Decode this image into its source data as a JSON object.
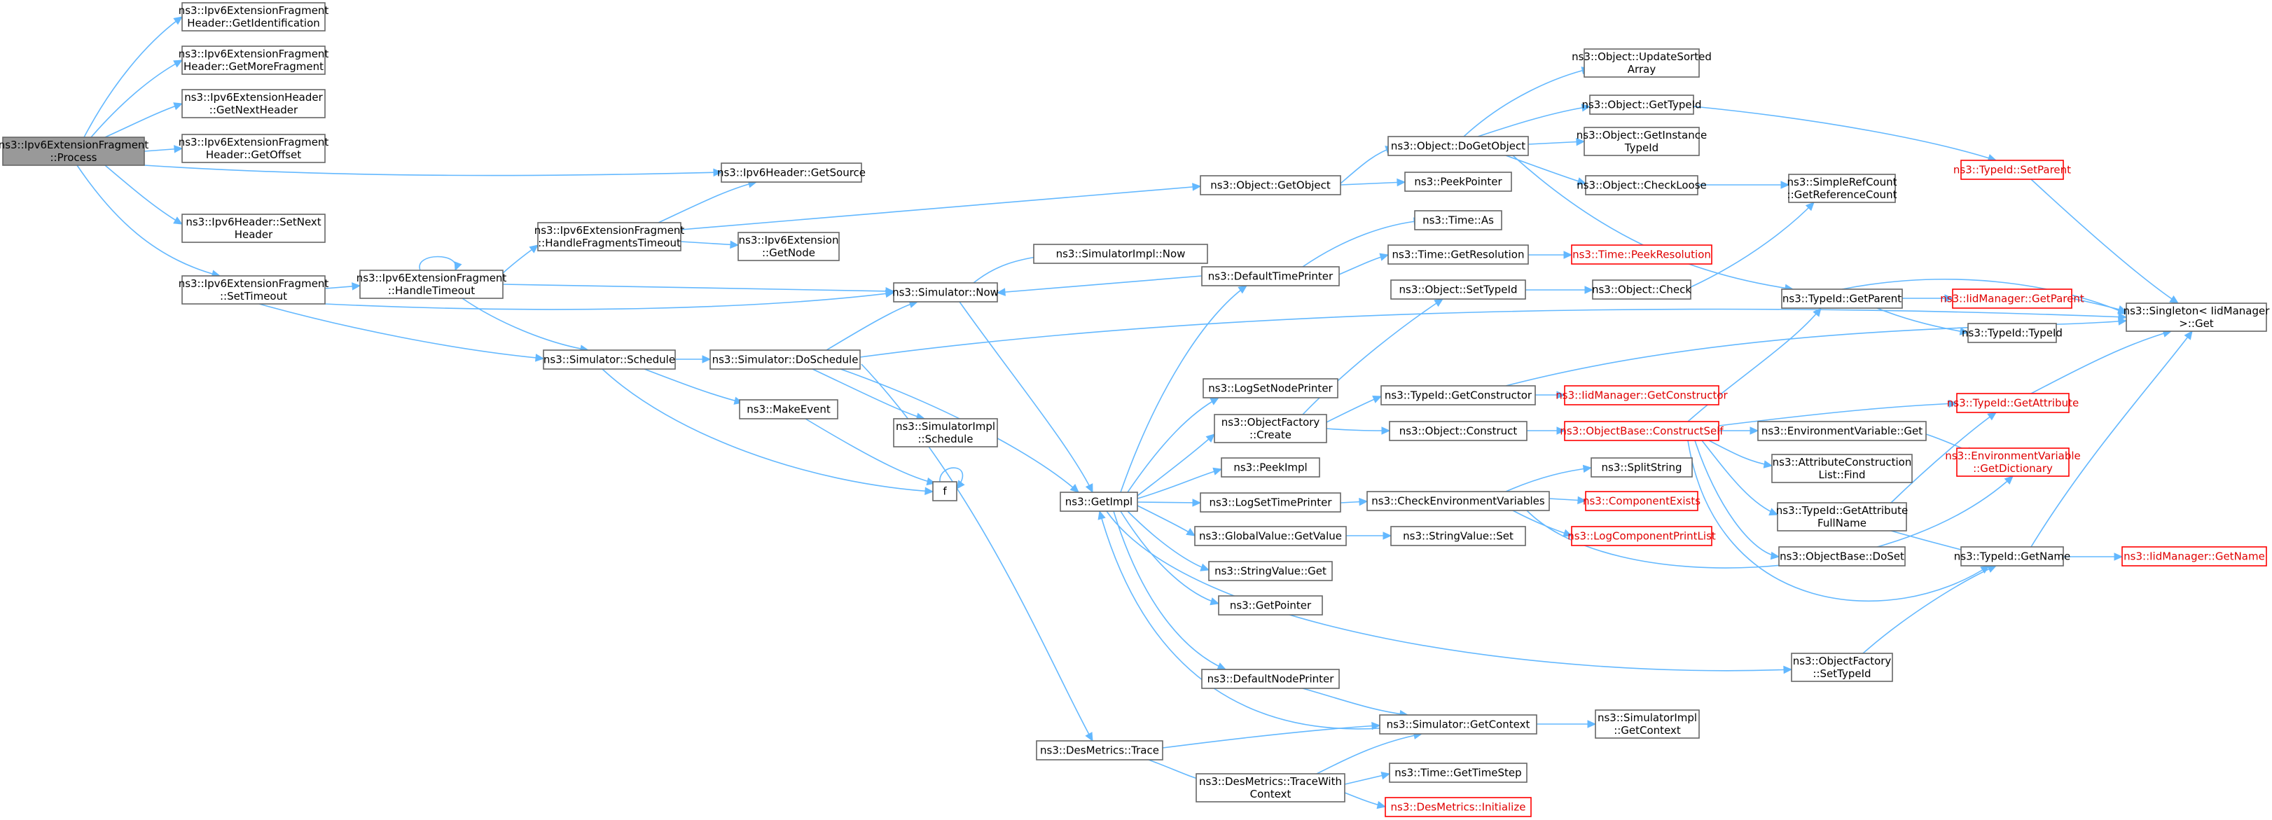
{
  "graph": {
    "colors": {
      "node_border": "#666666",
      "node_red_border": "#ff0000",
      "root_fill": "#999999",
      "edge": "#63b8ff"
    },
    "nodes": [
      {
        "id": "process",
        "lines": [
          "ns3::Ipv6ExtensionFragment",
          "::Process"
        ],
        "root": true
      },
      {
        "id": "getIdentification",
        "lines": [
          "ns3::Ipv6ExtensionFragment",
          "Header::GetIdentification"
        ]
      },
      {
        "id": "getMoreFragment",
        "lines": [
          "ns3::Ipv6ExtensionFragment",
          "Header::GetMoreFragment"
        ]
      },
      {
        "id": "getNextHeader",
        "lines": [
          "ns3::Ipv6ExtensionHeader",
          "::GetNextHeader"
        ]
      },
      {
        "id": "getOffset",
        "lines": [
          "ns3::Ipv6ExtensionFragment",
          "Header::GetOffset"
        ]
      },
      {
        "id": "setNextHeader",
        "lines": [
          "ns3::Ipv6Header::SetNext",
          "Header"
        ]
      },
      {
        "id": "setTimeout",
        "lines": [
          "ns3::Ipv6ExtensionFragment",
          "::SetTimeout"
        ]
      },
      {
        "id": "handleTimeout",
        "lines": [
          "ns3::Ipv6ExtensionFragment",
          "::HandleTimeout"
        ]
      },
      {
        "id": "getSource",
        "lines": [
          "ns3::Ipv6Header::GetSource"
        ]
      },
      {
        "id": "handleFragmentsTimeout",
        "lines": [
          "ns3::Ipv6ExtensionFragment",
          "::HandleFragmentsTimeout"
        ]
      },
      {
        "id": "getNode",
        "lines": [
          "ns3::Ipv6Extension",
          "::GetNode"
        ]
      },
      {
        "id": "schedule",
        "lines": [
          "ns3::Simulator::Schedule"
        ]
      },
      {
        "id": "makeEvent",
        "lines": [
          "ns3::MakeEvent"
        ]
      },
      {
        "id": "f",
        "lines": [
          "f"
        ]
      },
      {
        "id": "doSchedule",
        "lines": [
          "ns3::Simulator::DoSchedule"
        ]
      },
      {
        "id": "simImplSchedule",
        "lines": [
          "ns3::SimulatorImpl",
          "::Schedule"
        ]
      },
      {
        "id": "now",
        "lines": [
          "ns3::Simulator::Now"
        ]
      },
      {
        "id": "simImplNow",
        "lines": [
          "ns3::SimulatorImpl::Now"
        ]
      },
      {
        "id": "getImpl",
        "lines": [
          "ns3::GetImpl"
        ]
      },
      {
        "id": "desTrace",
        "lines": [
          "ns3::DesMetrics::Trace"
        ]
      },
      {
        "id": "getObject",
        "lines": [
          "ns3::Object::GetObject"
        ]
      },
      {
        "id": "defaultTimePrinter",
        "lines": [
          "ns3::DefaultTimePrinter"
        ]
      },
      {
        "id": "logSetNodePrinter",
        "lines": [
          "ns3::LogSetNodePrinter"
        ]
      },
      {
        "id": "objectFactoryCreate",
        "lines": [
          "ns3::ObjectFactory",
          "::Create"
        ]
      },
      {
        "id": "peekImpl",
        "lines": [
          "ns3::PeekImpl"
        ]
      },
      {
        "id": "logSetTimePrinter",
        "lines": [
          "ns3::LogSetTimePrinter"
        ]
      },
      {
        "id": "globalGetValue",
        "lines": [
          "ns3::GlobalValue::GetValue"
        ]
      },
      {
        "id": "stringValueGet",
        "lines": [
          "ns3::StringValue::Get"
        ]
      },
      {
        "id": "getPointer",
        "lines": [
          "ns3::GetPointer"
        ]
      },
      {
        "id": "defaultNodePrinter",
        "lines": [
          "ns3::DefaultNodePrinter"
        ]
      },
      {
        "id": "traceWithContext",
        "lines": [
          "ns3::DesMetrics::TraceWith",
          "Context"
        ]
      },
      {
        "id": "doGetObject",
        "lines": [
          "ns3::Object::DoGetObject"
        ]
      },
      {
        "id": "peekPointer",
        "lines": [
          "ns3::PeekPointer"
        ]
      },
      {
        "id": "timeAs",
        "lines": [
          "ns3::Time::As"
        ]
      },
      {
        "id": "getResolution",
        "lines": [
          "ns3::Time::GetResolution"
        ]
      },
      {
        "id": "setTypeId",
        "lines": [
          "ns3::Object::SetTypeId"
        ]
      },
      {
        "id": "getConstructor",
        "lines": [
          "ns3::TypeId::GetConstructor"
        ]
      },
      {
        "id": "objectConstruct",
        "lines": [
          "ns3::Object::Construct"
        ]
      },
      {
        "id": "checkEnv",
        "lines": [
          "ns3::CheckEnvironmentVariables"
        ]
      },
      {
        "id": "stringValueSet",
        "lines": [
          "ns3::StringValue::Set"
        ]
      },
      {
        "id": "getContext",
        "lines": [
          "ns3::Simulator::GetContext"
        ]
      },
      {
        "id": "getTimeStep",
        "lines": [
          "ns3::Time::GetTimeStep"
        ]
      },
      {
        "id": "desInitialize",
        "lines": [
          "ns3::DesMetrics::Initialize"
        ],
        "red": true
      },
      {
        "id": "updateSortedArray",
        "lines": [
          "ns3::Object::UpdateSorted",
          "Array"
        ]
      },
      {
        "id": "objectGetTypeId",
        "lines": [
          "ns3::Object::GetTypeId"
        ]
      },
      {
        "id": "getInstanceTypeId",
        "lines": [
          "ns3::Object::GetInstance",
          "TypeId"
        ]
      },
      {
        "id": "checkLoose",
        "lines": [
          "ns3::Object::CheckLoose"
        ]
      },
      {
        "id": "peekResolution",
        "lines": [
          "ns3::Time::PeekResolution"
        ],
        "red": true
      },
      {
        "id": "objectCheck",
        "lines": [
          "ns3::Object::Check"
        ]
      },
      {
        "id": "iidGetConstructor",
        "lines": [
          "ns3::IidManager::GetConstructor"
        ],
        "red": true
      },
      {
        "id": "constructSelf",
        "lines": [
          "ns3::ObjectBase::ConstructSelf"
        ],
        "red": true
      },
      {
        "id": "splitString",
        "lines": [
          "ns3::SplitString"
        ]
      },
      {
        "id": "componentExists",
        "lines": [
          "ns3::ComponentExists"
        ],
        "red": true
      },
      {
        "id": "logComponentPrintList",
        "lines": [
          "ns3::LogComponentPrintList"
        ],
        "red": true
      },
      {
        "id": "simImplGetContext",
        "lines": [
          "ns3::SimulatorImpl",
          "::GetContext"
        ]
      },
      {
        "id": "getReferenceCount",
        "lines": [
          "ns3::SimpleRefCount",
          "::GetReferenceCount"
        ]
      },
      {
        "id": "typeIdGetParent",
        "lines": [
          "ns3::TypeId::GetParent"
        ]
      },
      {
        "id": "envVarGet",
        "lines": [
          "ns3::EnvironmentVariable::Get"
        ]
      },
      {
        "id": "attrConstructionFind",
        "lines": [
          "ns3::AttributeConstruction",
          "List::Find"
        ]
      },
      {
        "id": "getAttributeFullName",
        "lines": [
          "ns3::TypeId::GetAttribute",
          "FullName"
        ]
      },
      {
        "id": "objectBaseDoSet",
        "lines": [
          "ns3::ObjectBase::DoSet"
        ]
      },
      {
        "id": "objFactorySetTypeId",
        "lines": [
          "ns3::ObjectFactory",
          "::SetTypeId"
        ]
      },
      {
        "id": "typeIdSetParent",
        "lines": [
          "ns3::TypeId::SetParent"
        ],
        "red": true
      },
      {
        "id": "iidGetParent",
        "lines": [
          "ns3::IidManager::GetParent"
        ],
        "red": true
      },
      {
        "id": "typeIdTypeId",
        "lines": [
          "ns3::TypeId::TypeId"
        ]
      },
      {
        "id": "typeIdGetAttribute",
        "lines": [
          "ns3::TypeId::GetAttribute"
        ],
        "red": true
      },
      {
        "id": "envGetDictionary",
        "lines": [
          "ns3::EnvironmentVariable",
          "::GetDictionary"
        ],
        "red": true
      },
      {
        "id": "typeIdGetName",
        "lines": [
          "ns3::TypeId::GetName"
        ]
      },
      {
        "id": "iidGetName",
        "lines": [
          "ns3::IidManager::GetName"
        ],
        "red": true
      },
      {
        "id": "singletonGet",
        "lines": [
          "ns3::Singleton< IidManager",
          ">::Get"
        ]
      }
    ]
  }
}
